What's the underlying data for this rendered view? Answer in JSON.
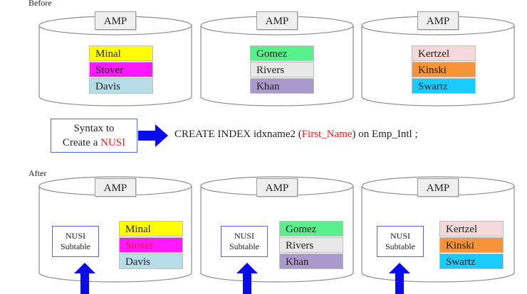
{
  "labels": {
    "before": "Before",
    "after": "After"
  },
  "amp_label": "AMP",
  "before_amps": [
    {
      "rows": [
        {
          "name": "Minal",
          "color": "#ffff00",
          "text_red": false
        },
        {
          "name": "Stover",
          "color": "#ff19ff",
          "text_red": false
        },
        {
          "name": "Davis",
          "color": "#b7dde8",
          "text_red": false
        }
      ]
    },
    {
      "rows": [
        {
          "name": "Gomez",
          "color": "#5af08c",
          "text_red": false
        },
        {
          "name": "Rivers",
          "color": "#e8e8e8",
          "text_red": false
        },
        {
          "name": "Khan",
          "color": "#a99acc",
          "text_red": false
        }
      ]
    },
    {
      "rows": [
        {
          "name": "Kertzel",
          "color": "#f3d9d9",
          "text_red": false
        },
        {
          "name": "Kinski",
          "color": "#f7943a",
          "text_red": false
        },
        {
          "name": "Swartz",
          "color": "#19ccff",
          "text_red": false
        }
      ]
    }
  ],
  "syntax": {
    "line1": "Syntax to",
    "line2_prefix": "Create a ",
    "line2_highlight": "NUSI",
    "command_prefix": "CREATE INDEX idxname2 (",
    "command_highlight": "First_Name",
    "command_suffix": ") on Emp_Intl ;"
  },
  "nusi": {
    "line1": "NUSI",
    "line2": "Subtable"
  },
  "after_amps": [
    {
      "rows": [
        {
          "name": "Minal",
          "color": "#ffff00",
          "text_red": false
        },
        {
          "name": "Stover",
          "color": "#ff19ff",
          "text_red": true
        },
        {
          "name": "Davis",
          "color": "#b7dde8",
          "text_red": false
        }
      ]
    },
    {
      "rows": [
        {
          "name": "Gomez",
          "color": "#5af08c",
          "text_red": false
        },
        {
          "name": "Rivers",
          "color": "#e8e8e8",
          "text_red": false
        },
        {
          "name": "Khan",
          "color": "#a99acc",
          "text_red": false
        }
      ]
    },
    {
      "rows": [
        {
          "name": "Kertzel",
          "color": "#f3d9d9",
          "text_red": false
        },
        {
          "name": "Kinski",
          "color": "#f7943a",
          "text_red": false
        },
        {
          "name": "Swartz",
          "color": "#19ccff",
          "text_red": false
        }
      ]
    }
  ],
  "colors": {
    "arrow": "#0a0aee",
    "highlight": "#e81b1b"
  }
}
